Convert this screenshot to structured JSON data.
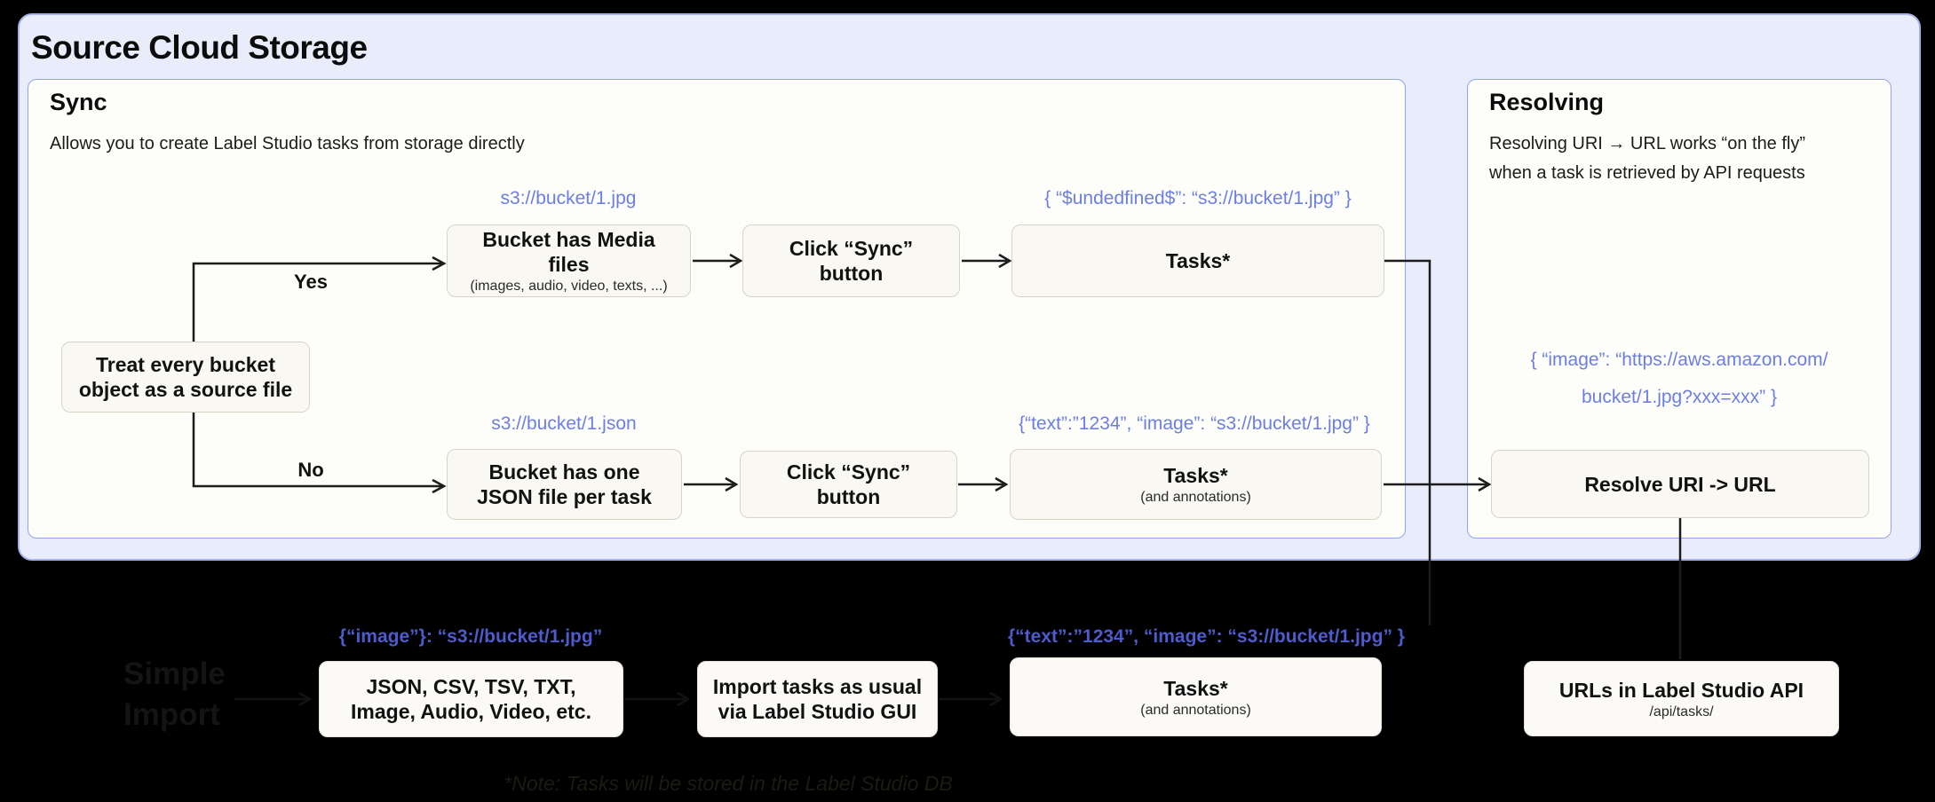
{
  "page": {
    "title": "Source Cloud Storage"
  },
  "colors": {
    "outer_panel_bg": "#e9ecfa",
    "outer_panel_border": "#a6b1e8",
    "inner_panel_border": "#93a3ee",
    "node_bg": "#f9f8f3",
    "node_border": "#d9d3c6",
    "uri_text_blue": "#6d7ee2",
    "uri_text_blue_on_dark": "#4d5ccd",
    "wire": "#1c1c1c",
    "background": "#000000"
  },
  "sync": {
    "title": "Sync",
    "subtitle": "Allows you to create Label Studio tasks from storage directly",
    "decision_box": "Treat every bucket object as a source file",
    "yes_label": "Yes",
    "no_label": "No",
    "row1": {
      "uri_label": "s3://bucket/1.jpg",
      "box1_title": "Bucket has Media files",
      "box1_sub": "(images, audio, video, texts, ...)",
      "box2_title": "Click “Sync” button",
      "json_label": "{ “$undedfined$”: “s3://bucket/1.jpg” }",
      "box3_title": "Tasks*"
    },
    "row2": {
      "uri_label": "s3://bucket/1.json",
      "box1_title": "Bucket has one JSON file per task",
      "box2_title": "Click “Sync” button",
      "json_label": "{“text”:”1234”,  “image”: “s3://bucket/1.jpg” }",
      "box3_title": "Tasks*",
      "box3_sub": "(and annotations)"
    }
  },
  "resolving": {
    "title": "Resolving",
    "subtitle_line1": "Resolving URI → URL works “on the fly”",
    "subtitle_line2": "when a task is retrieved by API requests",
    "json_label_line1": "{ “image”: “https://aws.amazon.com/",
    "json_label_line2": "bucket/1.jpg?xxx=xxx” }",
    "box_title": "Resolve URI -> URL"
  },
  "simple_import": {
    "title_line1": "Simple",
    "title_line2": "Import",
    "json_label1": "{“image”}: “s3://bucket/1.jpg”",
    "box1_title": "JSON, CSV, TSV, TXT, Image, Audio, Video, etc.",
    "box2_title": "Import tasks as usual via Label Studio GUI",
    "json_label2": "{“text”:”1234”,  “image”: “s3://bucket/1.jpg” }",
    "box3_title": "Tasks*",
    "box3_sub": "(and annotations)",
    "box4_title": "URLs in Label Studio API",
    "box4_sub": "/api/tasks/",
    "note": "*Note: Tasks will be stored in the Label Studio DB"
  }
}
